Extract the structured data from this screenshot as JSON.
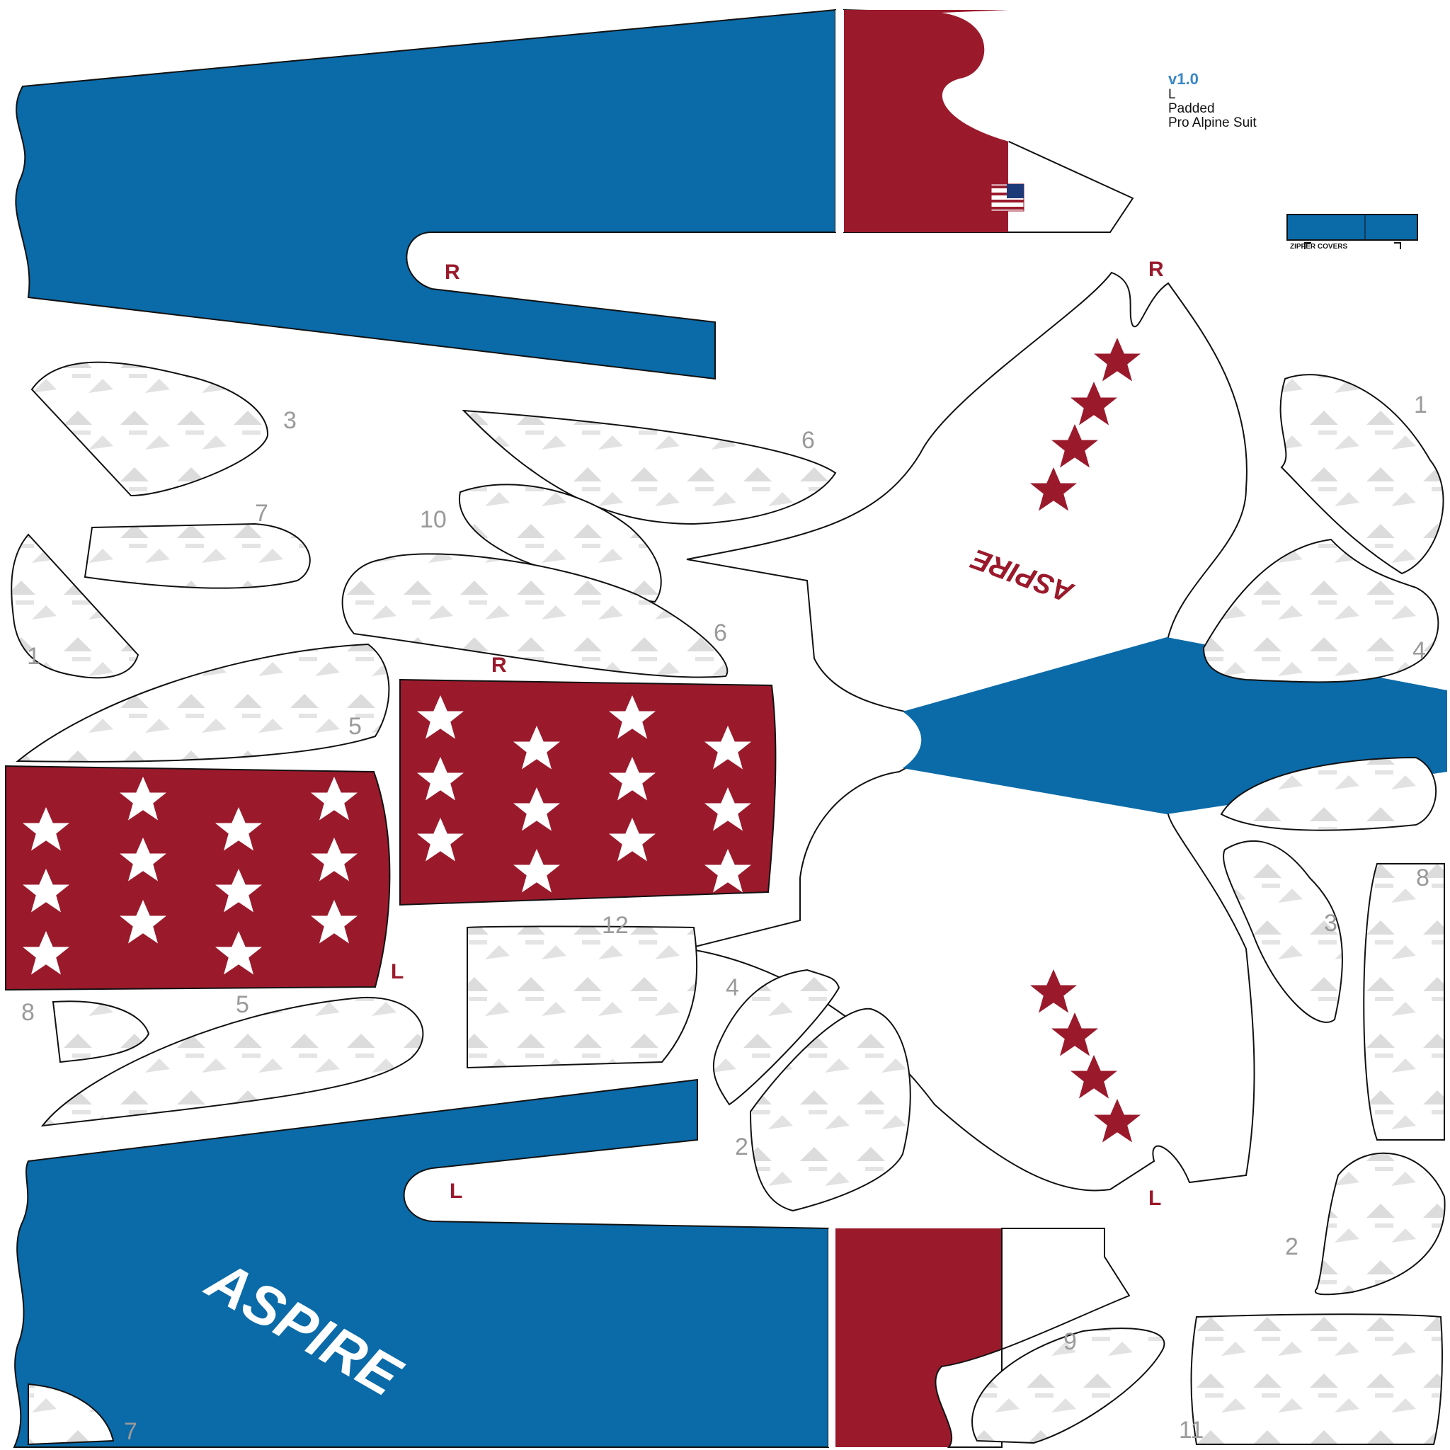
{
  "spec": {
    "version": "v1.0",
    "size": "L",
    "padding": "Padded",
    "product": "Pro Alpine Suit"
  },
  "zipper_label": "ZIPPER COVERS",
  "brand_word": "ASPIRE",
  "side_marks": [
    "R",
    "R",
    "R",
    "L",
    "L",
    "L"
  ],
  "panel_numbers": [
    "3",
    "7",
    "1",
    "6",
    "10",
    "6",
    "5",
    "1",
    "4",
    "8",
    "3",
    "12",
    "4",
    "8",
    "5",
    "2",
    "2",
    "9",
    "11",
    "7"
  ],
  "colors": {
    "suit_blue": "#0b6aa8",
    "suit_red": "#9a1a2c",
    "outline": "#111111",
    "panel_number_grey": "#9a9a9a",
    "version_blue": "#3a87c8"
  },
  "icons": [
    "us-flag-icon",
    "star-icon"
  ]
}
